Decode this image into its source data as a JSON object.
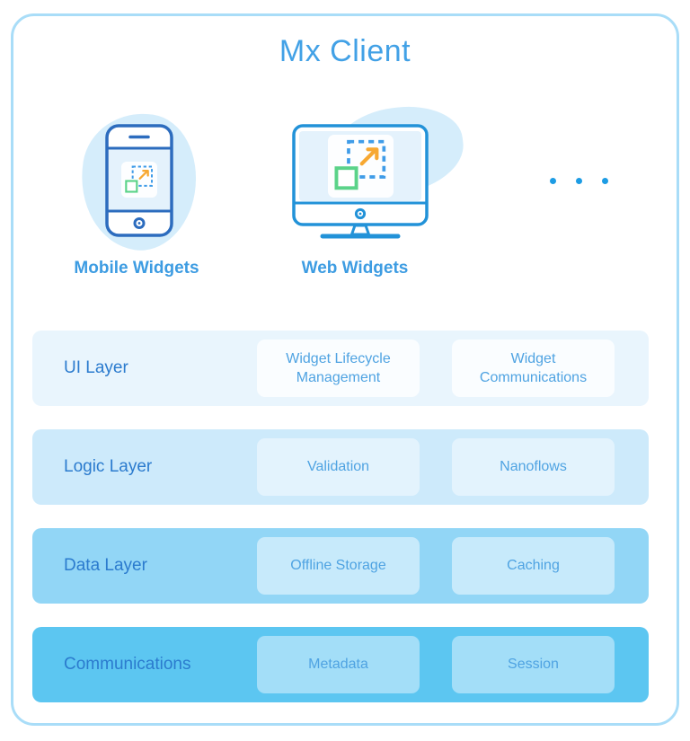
{
  "diagram": {
    "title": "Mx Client"
  },
  "clients": {
    "items": [
      {
        "label": "Mobile Widgets",
        "icon": "smartphone-icon"
      },
      {
        "label": "Web Widgets",
        "icon": "desktop-monitor-icon"
      }
    ],
    "more_indicator": "ellipsis-dots"
  },
  "layers": [
    {
      "label": "UI Layer",
      "items": [
        "Widget Lifecycle Management",
        "Widget Communications"
      ],
      "row_bg": "#e9f5fd",
      "item_bg": "#fafdff"
    },
    {
      "label": "Logic Layer",
      "items": [
        "Validation",
        "Nanoflows"
      ],
      "row_bg": "#cdeafb",
      "item_bg": "#e3f3fd"
    },
    {
      "label": "Data Layer",
      "items": [
        "Offline Storage",
        "Caching"
      ],
      "row_bg": "#92d6f6",
      "item_bg": "#c7eafb"
    },
    {
      "label": "Communications",
      "items": [
        "Metadata",
        "Session"
      ],
      "row_bg": "#5cc6f1",
      "item_bg": "#a3def8"
    }
  ],
  "colors": {
    "card_border": "#a9ddf8",
    "title_text": "#42a1e6",
    "layer_label_text": "#2b7bce",
    "layer_item_text": "#4fa3e2",
    "client_label_text": "#3d9ce2",
    "phone_outline": "#2c6cbe",
    "monitor_outline": "#2292d8",
    "blob_fill": "#d5edfb",
    "widget_dash": "#3f9ce8",
    "widget_green": "#5bd389",
    "widget_arrow": "#f7a832",
    "ellipsis_dot": "#1d9ce4"
  }
}
